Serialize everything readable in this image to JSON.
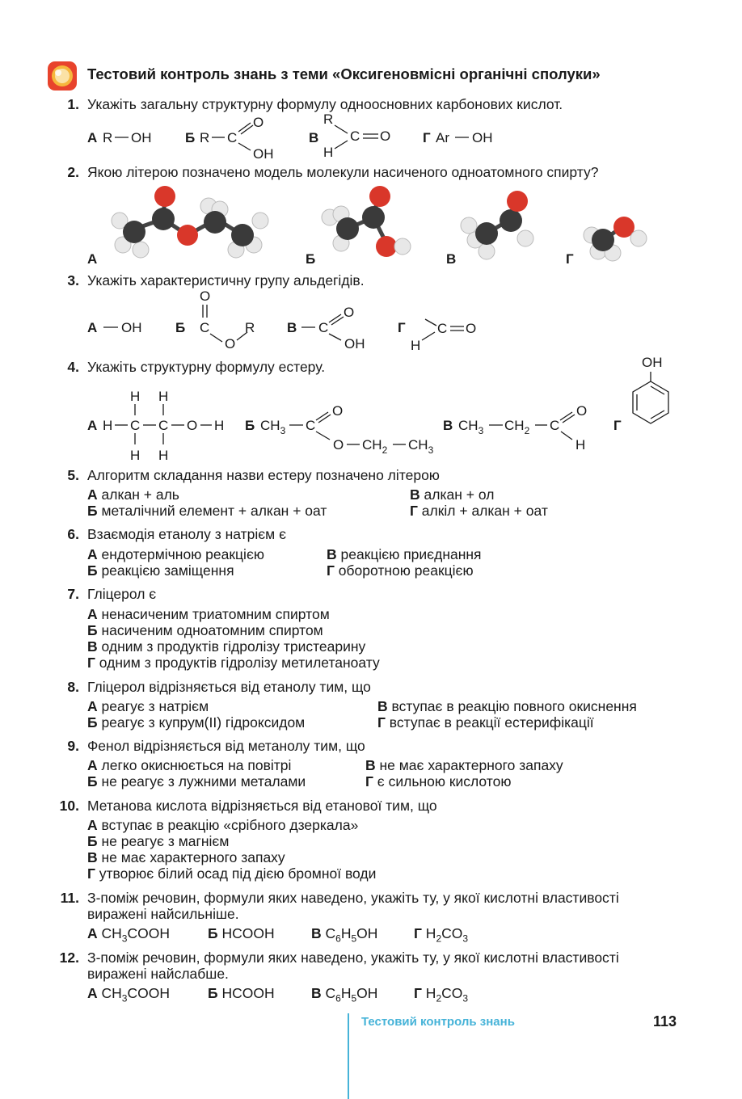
{
  "header": {
    "title": "Тестовий контроль знань з теми «Оксигеновмісні органічні сполуки»"
  },
  "letters": {
    "a": "А",
    "b": "Б",
    "v": "В",
    "g": "Г"
  },
  "chem": {
    "R": "R",
    "OH": "OH",
    "O": "O",
    "C": "C",
    "H": "H",
    "Ar": "Ar",
    "CH": "CH",
    "sub2": "2",
    "sub3": "3",
    "dash": "—"
  },
  "q1": {
    "num": "1.",
    "text": "Укажіть загальну структурну формулу одноосновних карбонових кислот."
  },
  "q2": {
    "num": "2.",
    "text": "Якою літерою позначено модель молекули насиченого одноатомного спирту?"
  },
  "q3": {
    "num": "3.",
    "text": "Укажіть характеристичну групу альдегідів."
  },
  "q4": {
    "num": "4.",
    "text": "Укажіть структурну формулу естеру."
  },
  "q5": {
    "num": "5.",
    "text": "Алгоритм складання назви естеру позначено літерою",
    "a": "алкан + аль",
    "b": "металічний елемент + алкан + оат",
    "v": "алкан + ол",
    "g": "алкіл + алкан + оат"
  },
  "q6": {
    "num": "6.",
    "text": "Взаємодія етанолу з натрієм є",
    "a": "ендотермічною реакцією",
    "b": "реакцією заміщення",
    "v": "реакцією приєднання",
    "g": "оборотною реакцією"
  },
  "q7": {
    "num": "7.",
    "text": "Гліцерол є",
    "a": "ненасиченим триатомним спиртом",
    "b": "насиченим одноатомним спиртом",
    "v": "одним з продуктів гідролізу тристеарину",
    "g": "одним з продуктів гідролізу метилетаноату"
  },
  "q8": {
    "num": "8.",
    "text": "Гліцерол відрізняється від етанолу тим, що",
    "a": "реагує з натрієм",
    "b": "реагує з купрум(II) гідроксидом",
    "v": "вступає в реакцію повного окиснення",
    "g": "вступає в реакції естерифікації"
  },
  "q9": {
    "num": "9.",
    "text": "Фенол відрізняється від метанолу тим, що",
    "a": "легко окиснюється на повітрі",
    "b": "не реагує з лужними металами",
    "v": "не має характерного запаху",
    "g": "є сильною кислотою"
  },
  "q10": {
    "num": "10.",
    "text": "Метанова кислота відрізняється від етанової тим, що",
    "a": "вступає в реакцію «срібного дзеркала»",
    "b": "не реагує з магнієм",
    "v": "не має характерного запаху",
    "g": "утворює білий осад під дією бромної води"
  },
  "q11": {
    "num": "11.",
    "line1": "З-поміж речовин, формули яких наведено, укажіть ту, у якої кислотні властивості",
    "line2": "виражені найсильніше."
  },
  "q12": {
    "num": "12.",
    "line1": "З-поміж речовин, формули яких наведено, укажіть ту, у якої кислотні властивості",
    "line2": "виражені найслабше."
  },
  "formulas": {
    "ch3": "CH",
    "cooh": "COOH",
    "hcooh": "HCOOH",
    "c": "C",
    "h": "H",
    "oh": "OH",
    "co": "CO",
    "n6": "6",
    "n5": "5",
    "n3": "3",
    "n2": "2"
  },
  "footer": {
    "section": "Тестовий контроль знань",
    "page": "113"
  },
  "colors": {
    "accent": "#46b3d8",
    "icon_outer": "#e8432c",
    "icon_inner": "#f6b73c"
  }
}
